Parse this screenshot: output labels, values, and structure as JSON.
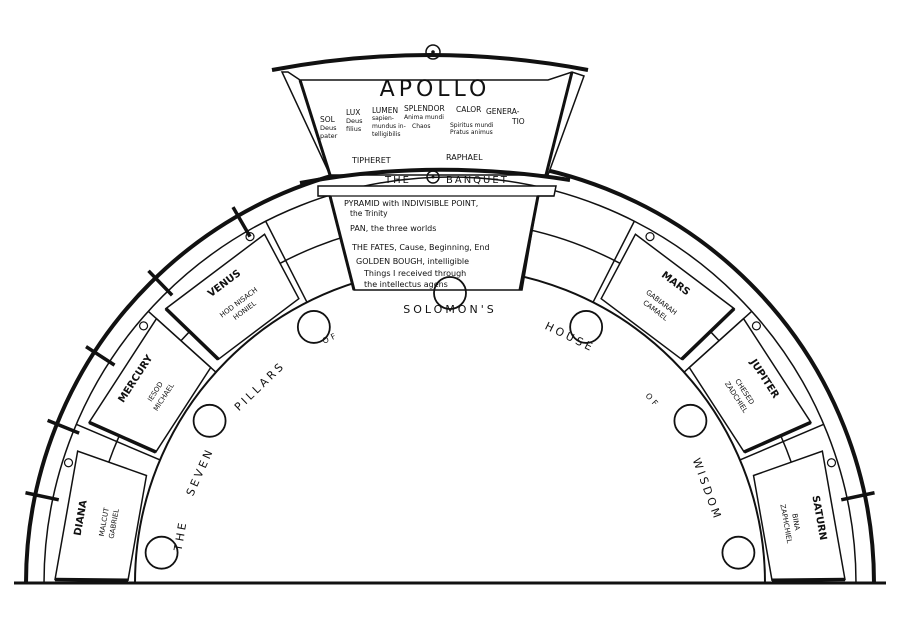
{
  "colors": {
    "ink": "#111111",
    "paper": "#ffffff"
  },
  "apollo": {
    "title": "APOLLO",
    "line1": [
      "SOL",
      "LUX",
      "LUMEN",
      "SPLENDOR",
      "CALOR",
      "GENERA-"
    ],
    "line1b": "TIO",
    "line2": [
      "Deus",
      "Deus",
      "sapien-",
      "Anima mundi"
    ],
    "line3": [
      "pater",
      "filius",
      "mundus in-",
      "Chaos",
      "Spiritus mundi"
    ],
    "line4": [
      "telligibilis",
      "Pratus animus"
    ],
    "tiphereth": "TIPHERET",
    "raphael": "RAPHAEL",
    "sun_icon": "sun-icon"
  },
  "banquet": {
    "title_left": "THE",
    "title_right": "BANQUET",
    "lines": [
      "PYRAMID with INDIVISIBLE POINT,",
      "the Trinity",
      "PAN, the three worlds",
      "THE FATES, Cause, Beginning, End",
      "GOLDEN BOUGH, intelligible",
      "Things I received through",
      "the intellectus agens"
    ]
  },
  "planets": [
    {
      "id": "diana",
      "name": "DIANA",
      "sephira": "MALCUT",
      "angel": "GABRIEL",
      "icon": "moon-icon"
    },
    {
      "id": "mercury",
      "name": "MERCURY",
      "sephira": "IESOD",
      "angel": "MICHAEL",
      "icon": "mercury-icon"
    },
    {
      "id": "venus",
      "name": "VENUS",
      "sephira": "HOD NISACH",
      "angel": "HONIEL",
      "icon": "venus-icon"
    },
    {
      "id": "mars",
      "name": "MARS",
      "sephira": "GABIARAH",
      "angel": "CAMAEL",
      "icon": "mars-icon"
    },
    {
      "id": "jupiter",
      "name": "JUPITER",
      "sephira": "CHESED",
      "angel": "ZADCHIEL",
      "icon": "jupiter-icon"
    },
    {
      "id": "saturn",
      "name": "SATURN",
      "sephira": "BINA",
      "angel": "ZAPHCHIEL",
      "icon": "saturn-icon"
    }
  ],
  "arc_text": {
    "words": [
      "THE",
      "SEVEN",
      "PILLARS",
      "OF",
      "SOLOMON'S",
      "HOUSE",
      "OF",
      "WISDOM"
    ]
  },
  "pillars": {
    "count": 7,
    "icon": "pillar-circle-icon"
  }
}
